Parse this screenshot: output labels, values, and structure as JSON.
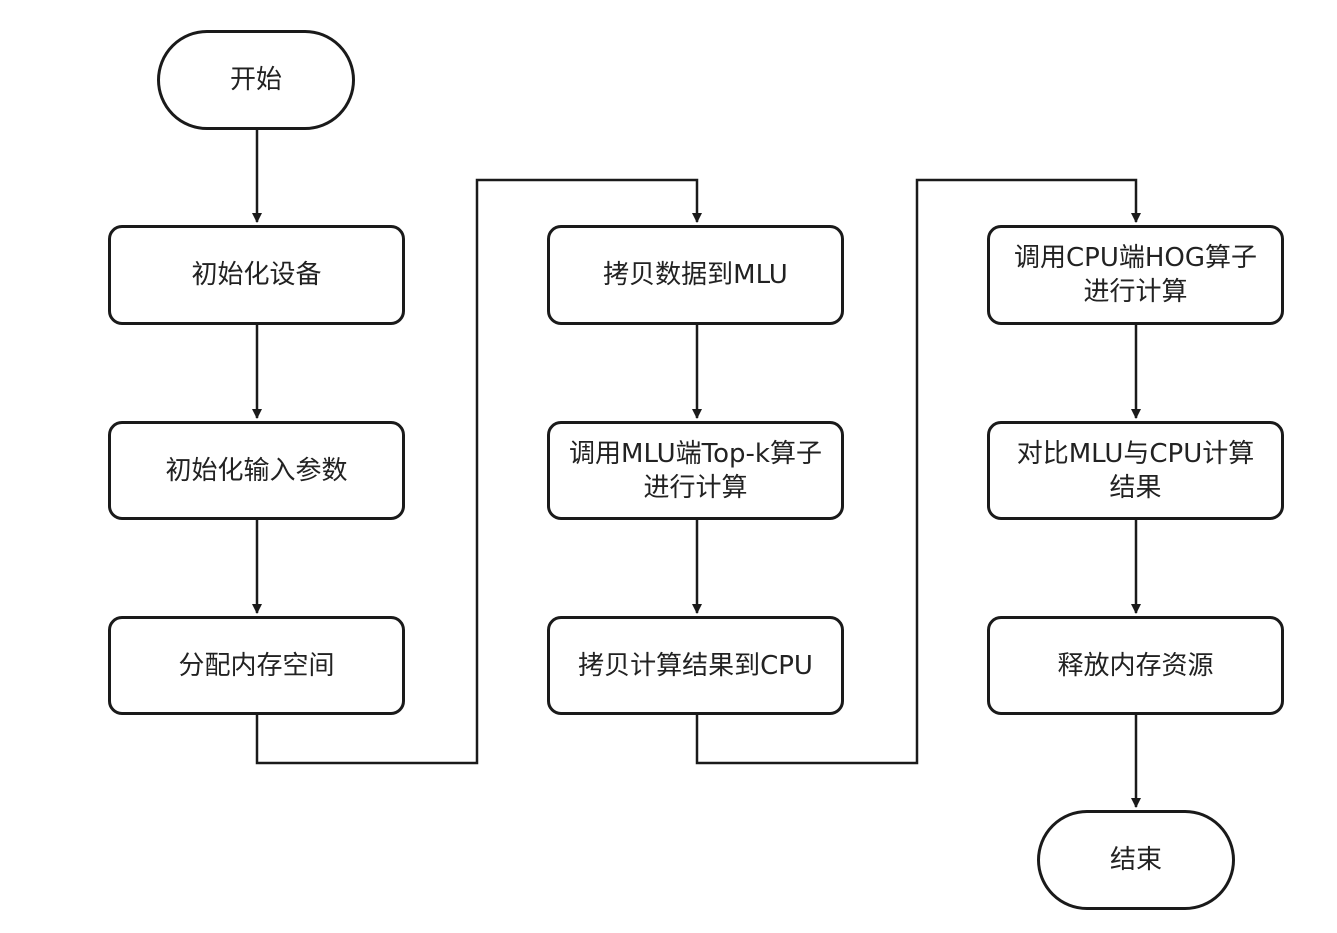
{
  "flowchart": {
    "nodes": {
      "start": "开始",
      "init_device": "初始化设备",
      "init_params": "初始化输入参数",
      "alloc_memory": "分配内存空间",
      "copy_to_mlu": "拷贝数据到MLU",
      "mlu_topk": "调用MLU端Top-k算子\n进行计算",
      "copy_to_cpu": "拷贝计算结果到CPU",
      "cpu_hog": "调用CPU端HOG算子\n进行计算",
      "compare": "对比MLU与CPU计算\n结果",
      "release": "释放内存资源",
      "end": "结束"
    }
  }
}
